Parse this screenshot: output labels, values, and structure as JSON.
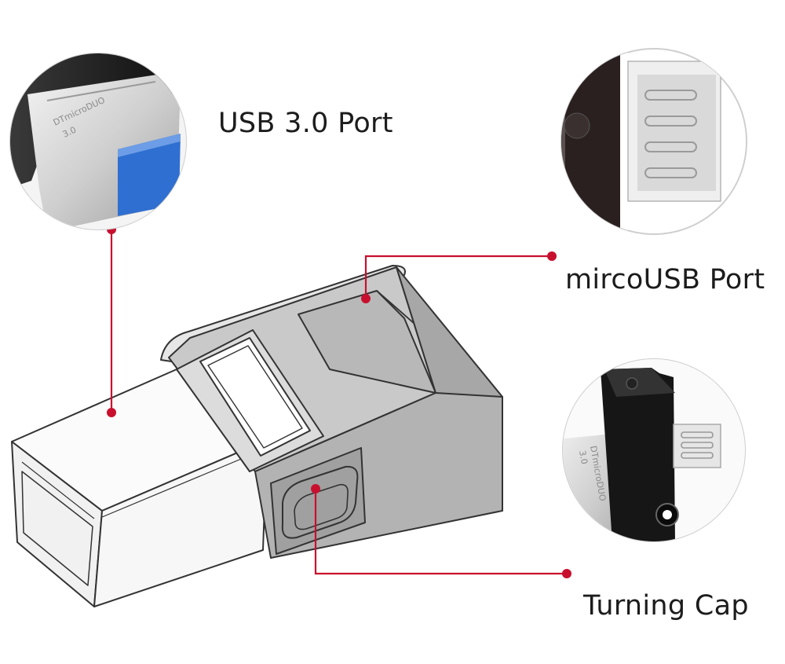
{
  "labels": {
    "usb30": "USB 3.0 Port",
    "microusb": "mircoUSB Port",
    "cap": "Turning Cap"
  },
  "drive_marking": {
    "brand": "DTmicroDUO",
    "version": "3.0"
  },
  "colors": {
    "leader": "#c8102e",
    "background": "#ffffff",
    "text": "#1c1c1c",
    "usb_blue": "#2f6fd1",
    "metal": "#c9c9c9",
    "outline": "#333333"
  }
}
